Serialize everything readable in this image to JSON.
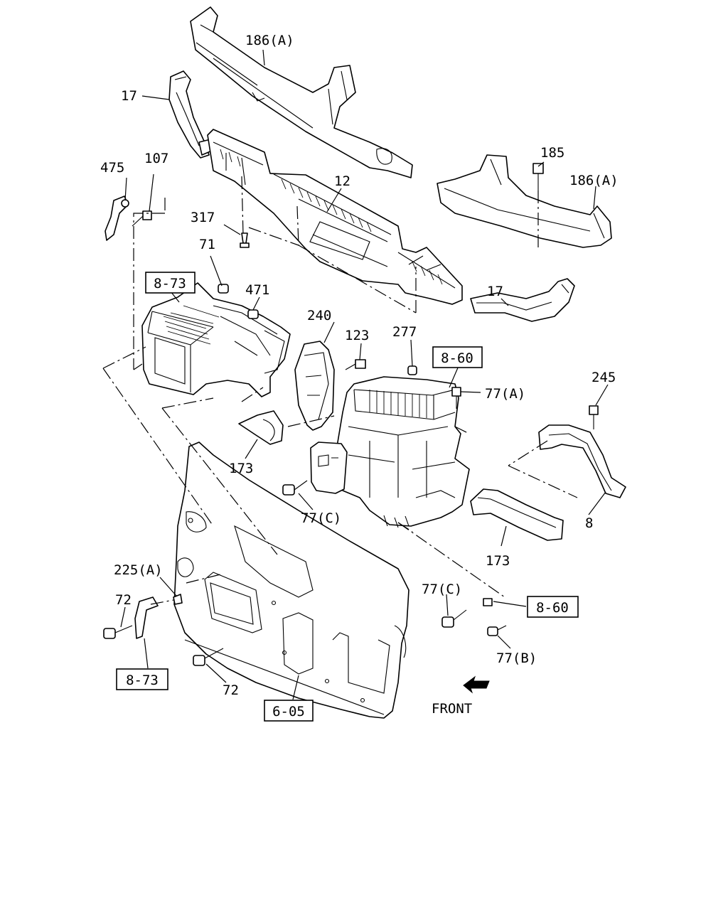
{
  "callouts": {
    "c186a_top": "186(A)",
    "c17_top": "17",
    "c475": "475",
    "c107": "107",
    "c12": "12",
    "c317": "317",
    "c185": "185",
    "c186a_right": "186(A)",
    "c71": "71",
    "c471": "471",
    "c17_right": "17",
    "c240": "240",
    "c123": "123",
    "c277": "277",
    "c77a": "77(A)",
    "c245": "245",
    "c173_left": "173",
    "c77c_mid": "77(C)",
    "c8": "8",
    "c173_bottom": "173",
    "c225a": "225(A)",
    "c72_left": "72",
    "c77c_right": "77(C)",
    "c77b": "77(B)",
    "c72_bottom": "72"
  },
  "references": {
    "r873_top": "8-73",
    "r860_top": "8-60",
    "r860_bottom": "8-60",
    "r873_bottom": "8-73",
    "r605": "6-05"
  },
  "direction": {
    "front_label": "FRONT",
    "arrow_icon": "front-direction-arrow-icon"
  }
}
